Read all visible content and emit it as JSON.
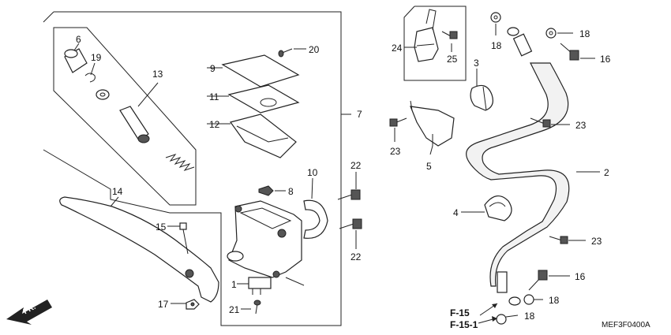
{
  "callouts": [
    "1",
    "2",
    "3",
    "4",
    "5",
    "6",
    "7",
    "8",
    "9",
    "10",
    "11",
    "12",
    "13",
    "14",
    "15",
    "16",
    "16",
    "17",
    "18",
    "18",
    "18",
    "18",
    "19",
    "20",
    "21",
    "22",
    "22",
    "23",
    "23",
    "23",
    "24",
    "25"
  ],
  "refs": [
    "F-15",
    "F-15-1"
  ],
  "drawing_code": "MEF3F0400A",
  "direction_label": "FR."
}
